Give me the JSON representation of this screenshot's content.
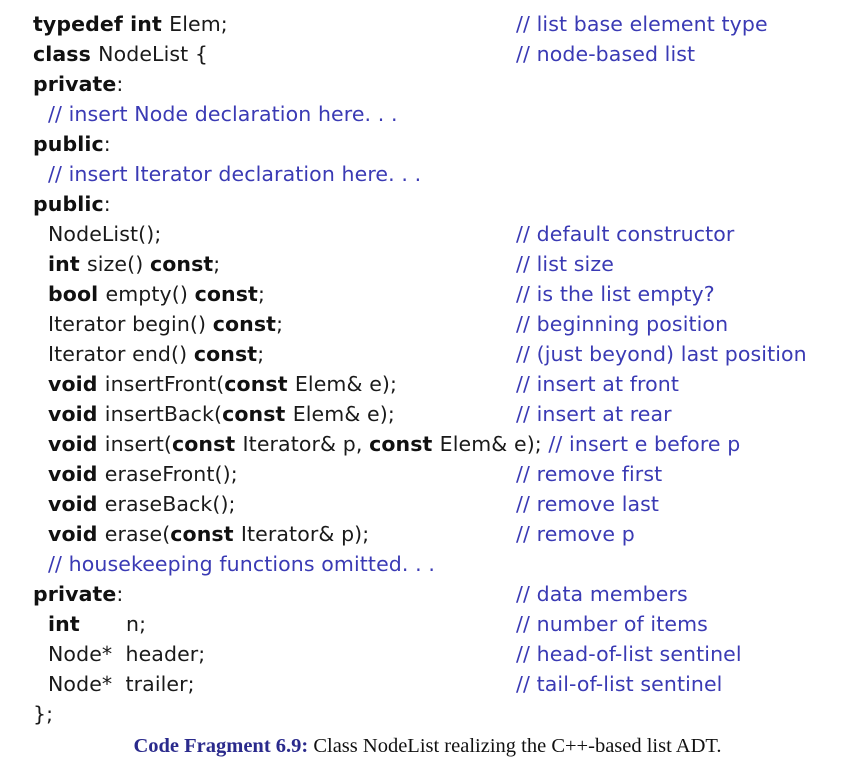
{
  "figure": {
    "caption_label": "Code Fragment 6.9:",
    "caption_text": "Class NodeList realizing the C++-based list ADT.",
    "colors": {
      "comment_blue": "#3a3ab4",
      "caption_blue": "#2a2a8c",
      "code_black": "#1a1a1a",
      "background": "#ffffff"
    }
  },
  "code": {
    "lines": [
      {
        "indent": 0,
        "code_segments": [
          {
            "text": "typedef int ",
            "style": "kw"
          },
          {
            "text": "Elem;",
            "style": "id"
          }
        ],
        "code_plain": "typedef int Elem;",
        "comment": "// list base element type",
        "comment_inline": false
      },
      {
        "indent": 0,
        "code_segments": [
          {
            "text": "class ",
            "style": "kw"
          },
          {
            "text": "NodeList {",
            "style": "id"
          }
        ],
        "code_plain": "class NodeList {",
        "comment": "// node-based list",
        "comment_inline": false
      },
      {
        "indent": 0,
        "code_segments": [
          {
            "text": "private",
            "style": "kw"
          },
          {
            "text": ":",
            "style": "id"
          }
        ],
        "code_plain": "private:",
        "comment": "",
        "comment_inline": false
      },
      {
        "indent": 1,
        "code_segments": [
          {
            "text": "// insert Node declaration here. . .",
            "style": "cmt"
          }
        ],
        "code_plain": "// insert Node declaration here. . .",
        "comment": "",
        "comment_inline": false
      },
      {
        "indent": 0,
        "code_segments": [
          {
            "text": "public",
            "style": "kw"
          },
          {
            "text": ":",
            "style": "id"
          }
        ],
        "code_plain": "public:",
        "comment": "",
        "comment_inline": false
      },
      {
        "indent": 1,
        "code_segments": [
          {
            "text": "// insert Iterator declaration here. . .",
            "style": "cmt"
          }
        ],
        "code_plain": "// insert Iterator declaration here. . .",
        "comment": "",
        "comment_inline": false
      },
      {
        "indent": 0,
        "code_segments": [
          {
            "text": "public",
            "style": "kw"
          },
          {
            "text": ":",
            "style": "id"
          }
        ],
        "code_plain": "public:",
        "comment": "",
        "comment_inline": false
      },
      {
        "indent": 1,
        "code_segments": [
          {
            "text": "NodeList();",
            "style": "id"
          }
        ],
        "code_plain": "NodeList();",
        "comment": "// default constructor",
        "comment_inline": false
      },
      {
        "indent": 1,
        "code_segments": [
          {
            "text": "int ",
            "style": "kw"
          },
          {
            "text": "size() ",
            "style": "id"
          },
          {
            "text": "const",
            "style": "kw"
          },
          {
            "text": ";",
            "style": "id"
          }
        ],
        "code_plain": "int size() const;",
        "comment": "// list size",
        "comment_inline": false
      },
      {
        "indent": 1,
        "code_segments": [
          {
            "text": "bool ",
            "style": "kw"
          },
          {
            "text": "empty() ",
            "style": "id"
          },
          {
            "text": "const",
            "style": "kw"
          },
          {
            "text": ";",
            "style": "id"
          }
        ],
        "code_plain": "bool empty() const;",
        "comment": "// is the list empty?",
        "comment_inline": false
      },
      {
        "indent": 1,
        "code_segments": [
          {
            "text": "Iterator begin() ",
            "style": "id"
          },
          {
            "text": "const",
            "style": "kw"
          },
          {
            "text": ";",
            "style": "id"
          }
        ],
        "code_plain": "Iterator begin() const;",
        "comment": "// beginning position",
        "comment_inline": false
      },
      {
        "indent": 1,
        "code_segments": [
          {
            "text": "Iterator end() ",
            "style": "id"
          },
          {
            "text": "const",
            "style": "kw"
          },
          {
            "text": ";",
            "style": "id"
          }
        ],
        "code_plain": "Iterator end() const;",
        "comment": "// (just beyond) last position",
        "comment_inline": false
      },
      {
        "indent": 1,
        "code_segments": [
          {
            "text": "void ",
            "style": "kw"
          },
          {
            "text": "insertFront(",
            "style": "id"
          },
          {
            "text": "const ",
            "style": "kw"
          },
          {
            "text": "Elem& e);",
            "style": "id"
          }
        ],
        "code_plain": "void insertFront(const Elem& e);",
        "comment": "// insert at front",
        "comment_inline": false
      },
      {
        "indent": 1,
        "code_segments": [
          {
            "text": "void ",
            "style": "kw"
          },
          {
            "text": "insertBack(",
            "style": "id"
          },
          {
            "text": "const ",
            "style": "kw"
          },
          {
            "text": "Elem& e);",
            "style": "id"
          }
        ],
        "code_plain": "void insertBack(const Elem& e);",
        "comment": "// insert at rear",
        "comment_inline": false
      },
      {
        "indent": 1,
        "code_segments": [
          {
            "text": "void ",
            "style": "kw"
          },
          {
            "text": "insert(",
            "style": "id"
          },
          {
            "text": "const ",
            "style": "kw"
          },
          {
            "text": "Iterator& p, ",
            "style": "id"
          },
          {
            "text": "const ",
            "style": "kw"
          },
          {
            "text": "Elem& e); ",
            "style": "id"
          },
          {
            "text": "// insert e before p",
            "style": "cmt"
          }
        ],
        "code_plain": "void insert(const Iterator& p, const Elem& e); // insert e before p",
        "comment": "// insert e before p",
        "comment_inline": true
      },
      {
        "indent": 1,
        "code_segments": [
          {
            "text": "void ",
            "style": "kw"
          },
          {
            "text": "eraseFront();",
            "style": "id"
          }
        ],
        "code_plain": "void eraseFront();",
        "comment": "// remove first",
        "comment_inline": false
      },
      {
        "indent": 1,
        "code_segments": [
          {
            "text": "void ",
            "style": "kw"
          },
          {
            "text": "eraseBack();",
            "style": "id"
          }
        ],
        "code_plain": "void eraseBack();",
        "comment": "// remove last",
        "comment_inline": false
      },
      {
        "indent": 1,
        "code_segments": [
          {
            "text": "void ",
            "style": "kw"
          },
          {
            "text": "erase(",
            "style": "id"
          },
          {
            "text": "const ",
            "style": "kw"
          },
          {
            "text": "Iterator& p);",
            "style": "id"
          }
        ],
        "code_plain": "void erase(const Iterator& p);",
        "comment": "// remove p",
        "comment_inline": false
      },
      {
        "indent": 1,
        "code_segments": [
          {
            "text": "// housekeeping functions omitted. . .",
            "style": "cmt"
          }
        ],
        "code_plain": "// housekeeping functions omitted. . .",
        "comment": "",
        "comment_inline": false
      },
      {
        "indent": 0,
        "code_segments": [
          {
            "text": "private",
            "style": "kw"
          },
          {
            "text": ":",
            "style": "id"
          }
        ],
        "code_plain": "private:",
        "comment": "// data members",
        "comment_inline": false
      },
      {
        "indent": 1,
        "code_segments": [
          {
            "text": "int",
            "style": "kw"
          },
          {
            "text": "       n;",
            "style": "id"
          }
        ],
        "code_plain": "int       n;",
        "comment": "// number of items",
        "comment_inline": false
      },
      {
        "indent": 1,
        "code_segments": [
          {
            "text": "Node*  header;",
            "style": "id"
          }
        ],
        "code_plain": "Node*  header;",
        "comment": "// head-of-list sentinel",
        "comment_inline": false
      },
      {
        "indent": 1,
        "code_segments": [
          {
            "text": "Node*  trailer;",
            "style": "id"
          }
        ],
        "code_plain": "Node*  trailer;",
        "comment": "// tail-of-list sentinel",
        "comment_inline": false
      },
      {
        "indent": 0,
        "code_segments": [
          {
            "text": "};",
            "style": "id"
          }
        ],
        "code_plain": "};",
        "comment": "",
        "comment_inline": false
      }
    ]
  }
}
